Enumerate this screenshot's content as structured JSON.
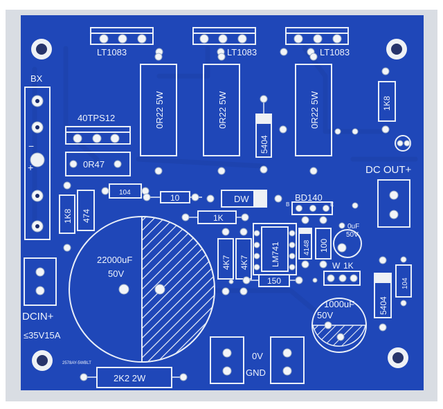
{
  "regulators": [
    "LT1083",
    "LT1083",
    "LT1083"
  ],
  "resistors_5w": [
    "0R22 5W",
    "0R22 5W",
    "0R22 5W"
  ],
  "diode_5404": "5404",
  "bx_label": "BX",
  "tvs_label": "40TPS12",
  "r_0r47": "0R47",
  "r_1k8_left": "1K8",
  "r_474": "474",
  "cap_104_left": "104",
  "r_10": "10",
  "zener_dw": "DW",
  "transistor": "BD140",
  "pin_b": "B",
  "pin_e": "E",
  "r_1k8_right": "1K8",
  "dc_out": "DC OUT+",
  "r_1k": "1K",
  "r_4k7_a": "4K7",
  "r_4k7_b": "4K7",
  "ic_lm741": "LM741",
  "diode_4148": "4148",
  "r_100": "100",
  "cap_small": "0uF",
  "cap_small_v": "50V",
  "pot_w": "W",
  "pot_1k": "1K",
  "r_150": "150",
  "big_cap_value": "22000uF",
  "big_cap_voltage": "50V",
  "diode_5404_b": "5404",
  "cap_104_right": "104",
  "cap_1000_value": "1000uF",
  "cap_1000_voltage": "50V",
  "dc_in": "DCIN+",
  "dc_in_rating": "≤35V15A",
  "small_text": "2578AY-5WBLT",
  "r_2k2": "2K2 2W",
  "ov": "0V",
  "gnd": "GND",
  "colors": {
    "board": "#1f47b8",
    "silk": "#e8eef8",
    "bg": "#ffffff"
  }
}
